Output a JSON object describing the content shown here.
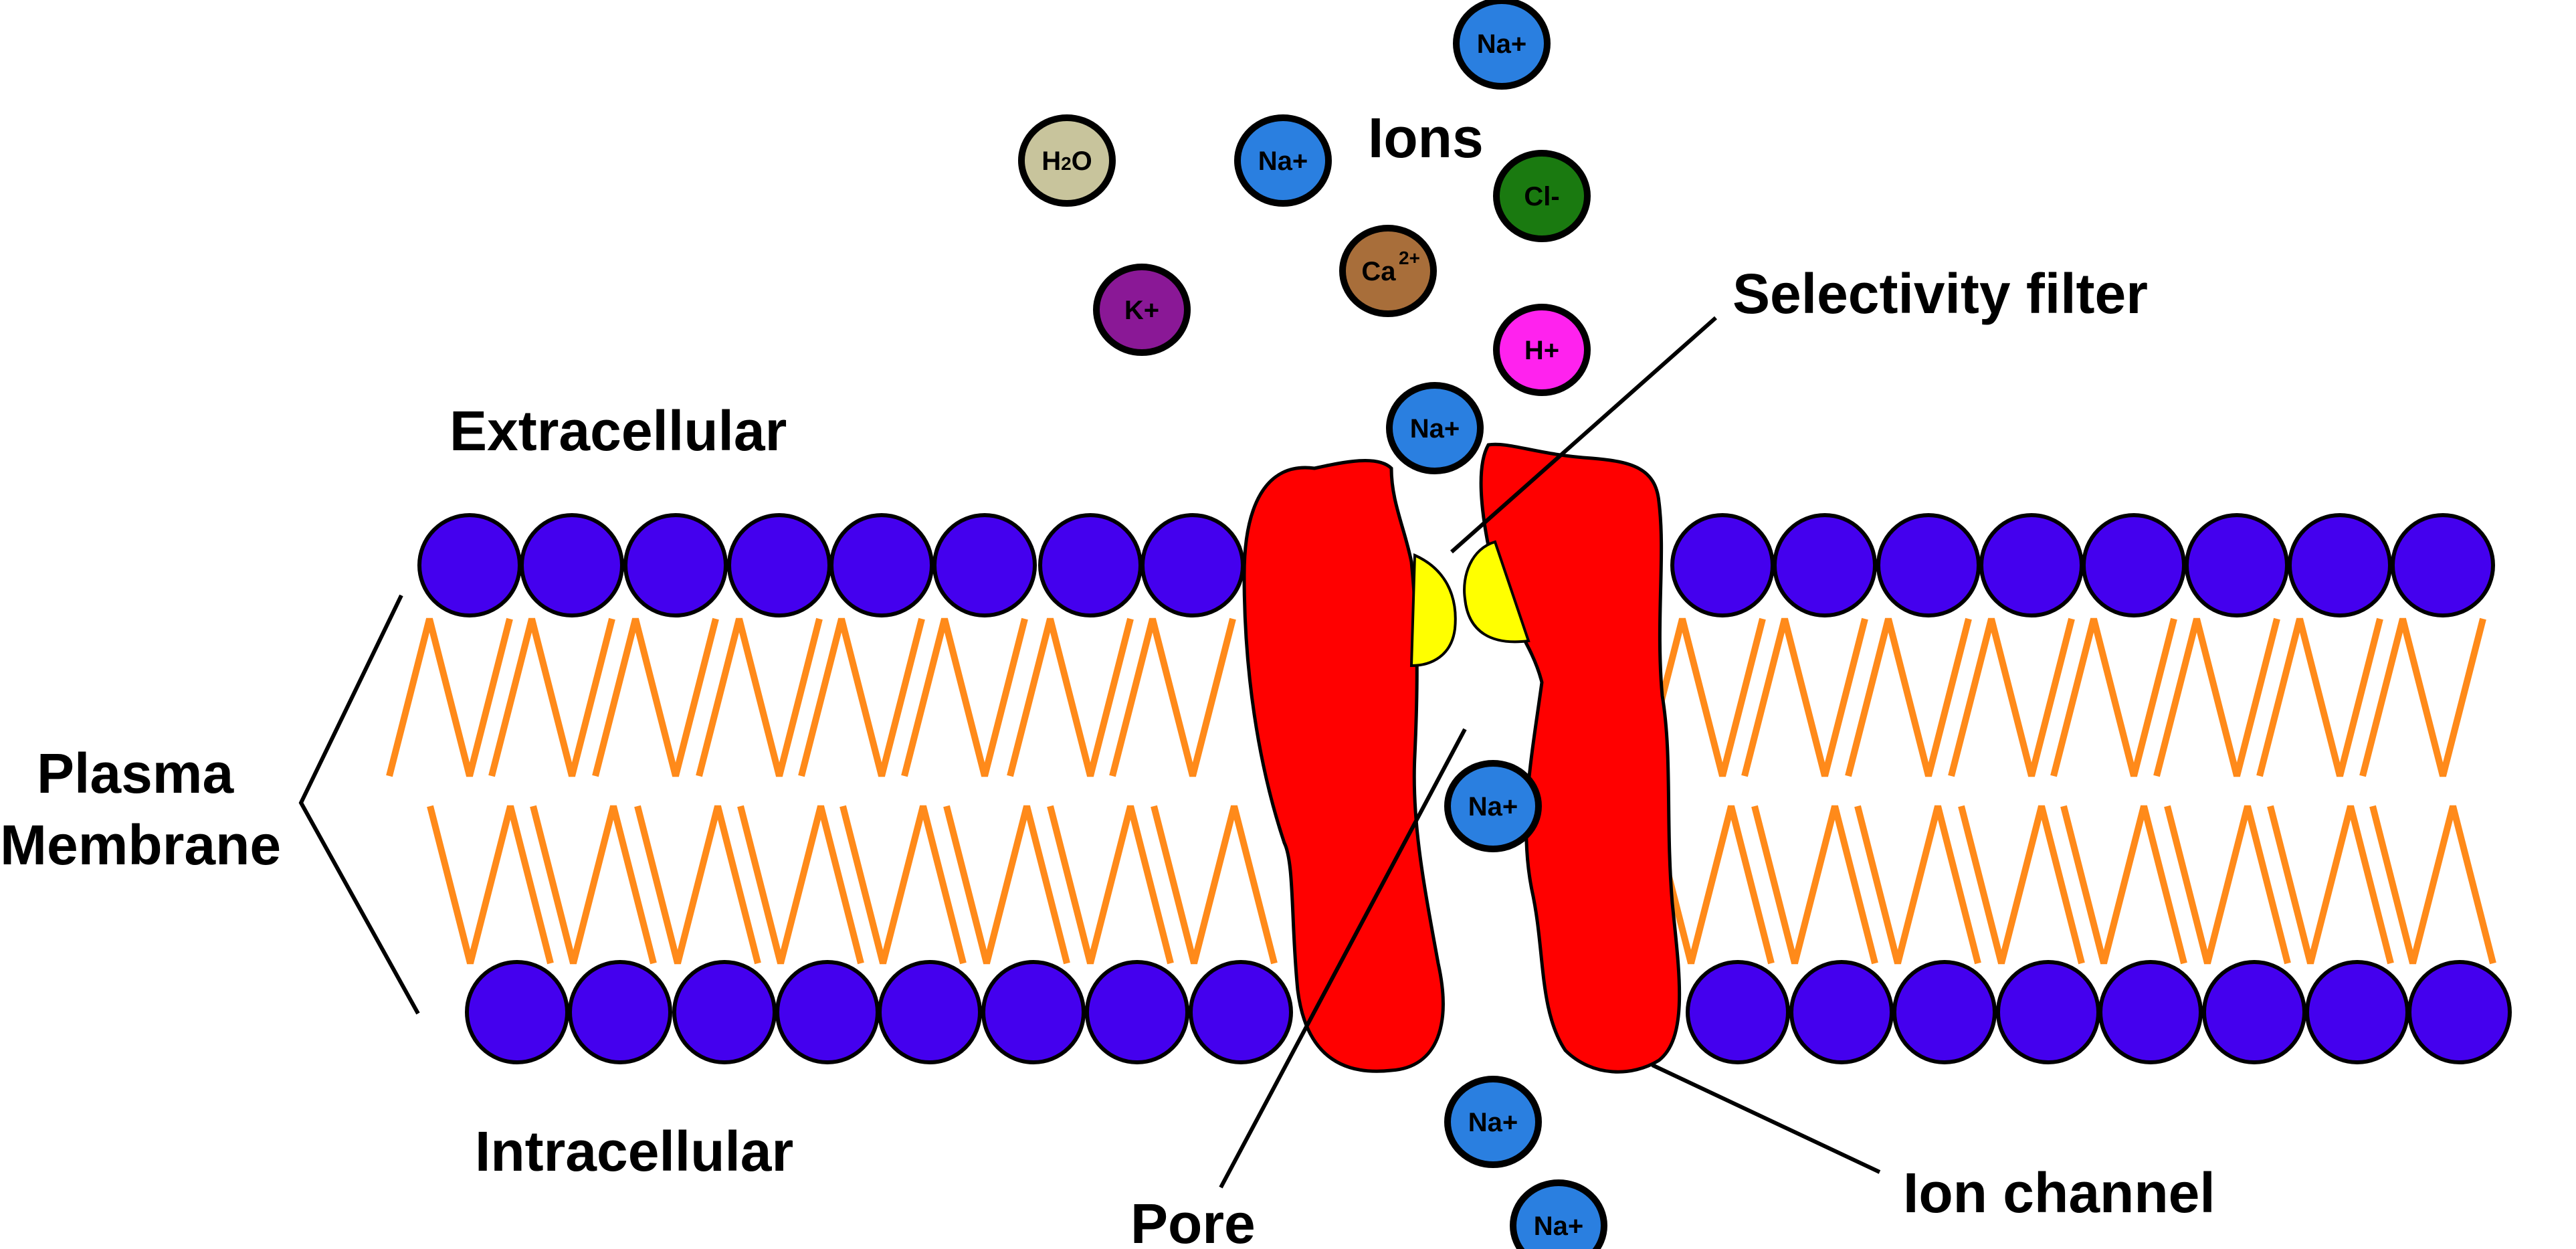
{
  "labels": {
    "ions": "Ions",
    "selectivity_filter": "Selectivity filter",
    "extracellular": "Extracellular",
    "plasma": "Plasma",
    "membrane": "Membrane",
    "intracellular": "Intracellular",
    "pore": "Pore",
    "ion_channel": "Ion channel"
  },
  "ions": [
    {
      "label": "Na+",
      "color": "#2a7fe0"
    },
    {
      "label": "Na+",
      "color": "#2a7fe0"
    },
    {
      "label": "Cl-",
      "color": "#1a7a10"
    },
    {
      "label": "Ca",
      "sup": "2+",
      "color": "#a86e3a"
    },
    {
      "label": "K+",
      "color": "#8a1896"
    },
    {
      "label": "H+",
      "color": "#ff22ee"
    },
    {
      "label": "Na+",
      "color": "#2a7fe0"
    },
    {
      "label": "Na+",
      "color": "#2a7fe0"
    },
    {
      "label": "Na+",
      "color": "#2a7fe0"
    },
    {
      "label": "Na+",
      "color": "#2a7fe0"
    }
  ],
  "water": {
    "label_h": "H",
    "label_sub": "2",
    "label_o": "O",
    "color": "#c8c49c"
  },
  "colors": {
    "lipid_head": "#4400ee",
    "lipid_tail": "#ff8a1a",
    "channel": "#ff0000",
    "filter": "#ffff00"
  }
}
